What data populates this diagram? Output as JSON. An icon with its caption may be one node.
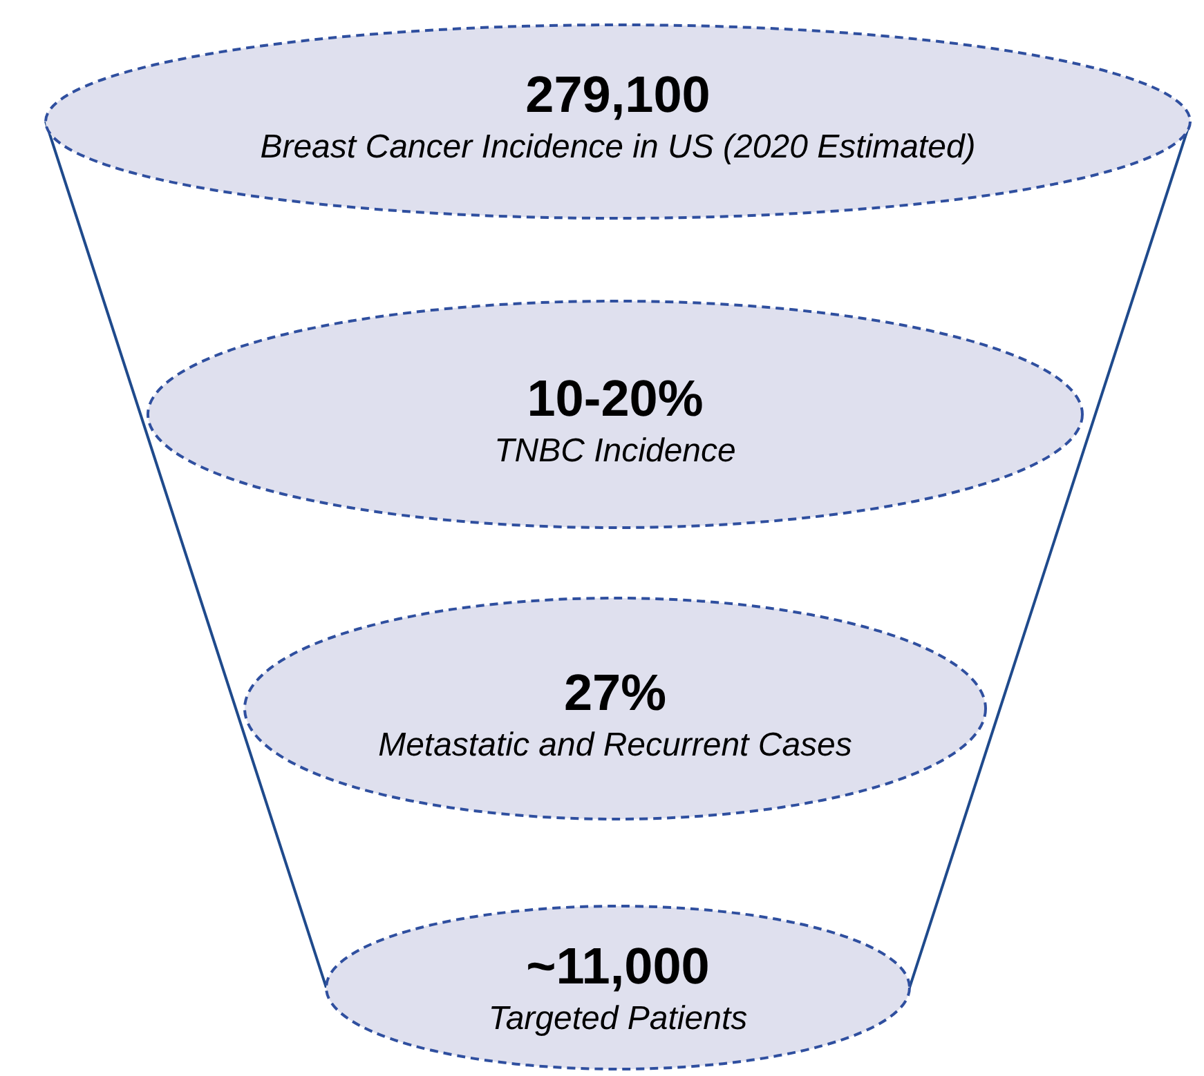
{
  "diagram": {
    "nodes": [
      {
        "text": [
          "279,100",
          "Breast Cancer Incidence in US (2020 Estimated)"
        ]
      },
      {
        "text": [
          "10-20%",
          "TNBC Incidence"
        ]
      },
      {
        "text": [
          "27%",
          "Metastatic  and Recurrent Cases"
        ]
      },
      {
        "text": [
          "~11,000",
          "Targeted Patients"
        ]
      }
    ]
  }
}
